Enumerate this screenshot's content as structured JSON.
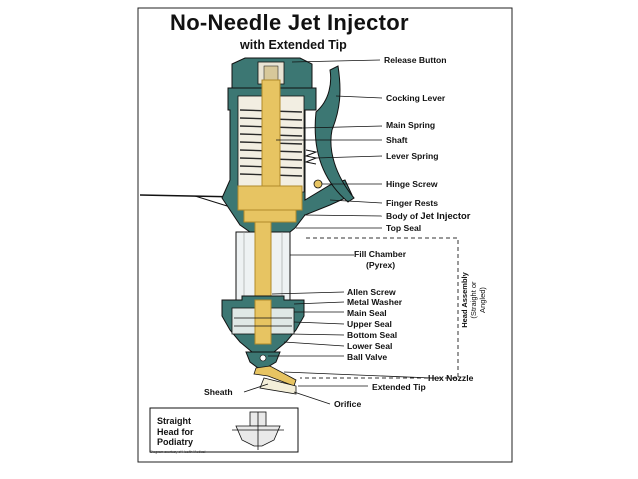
{
  "title": "No-Needle Jet Injector",
  "subtitle": "with Extended Tip",
  "labels": {
    "release_button": "Release Button",
    "cocking_lever": "Cocking Lever",
    "main_spring": "Main Spring",
    "shaft": "Shaft",
    "lever_spring": "Lever Spring",
    "hinge_screw": "Hinge Screw",
    "finger_rests": "Finger Rests",
    "body_prefix": "Body of",
    "body_bold": "Jet Injector",
    "top_seal": "Top Seal",
    "fill_chamber": "Fill Chamber",
    "pyrex": "(Pyrex)",
    "allen_screw": "Allen Screw",
    "metal_washer": "Metal Washer",
    "main_seal": "Main Seal",
    "upper_seal": "Upper Seal",
    "bottom_seal": "Bottom Seal",
    "lower_seal": "Lower Seal",
    "ball_valve": "Ball Valve",
    "hex_nozzle": "Hex Nozzle",
    "extended_tip": "Extended Tip",
    "sheath": "Sheath",
    "orifice": "Orifice",
    "head_assembly_1": "Head Assembly",
    "head_assembly_2": "(Straight or Angled)"
  },
  "inset_label": "Straight\nHead for\nPodiatry",
  "credit": "Diagram courtesy of Health Medical",
  "colors": {
    "body": "#3c7773",
    "body_dark": "#1f4a47",
    "shaft": "#e7c462",
    "shaft_dark": "#b08a2a",
    "lines": "#111111"
  }
}
